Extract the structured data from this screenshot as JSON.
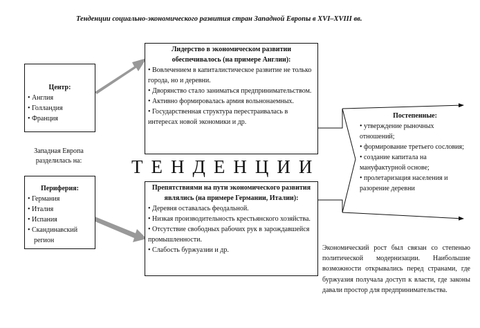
{
  "title": "Тенденции социально-экономического развития стран Западной Европы в XVI–XVIII вв.",
  "center": "ТЕНДЕНЦИИ",
  "west_europe": "Западная Европа разделилась на:",
  "center_box": {
    "heading": "Центр:",
    "items": [
      "Англия",
      "Голландия",
      "Франция"
    ]
  },
  "periphery_box": {
    "heading": "Периферия:",
    "items": [
      "Германия",
      "Италия",
      "Испания",
      "Скандинавский регион"
    ]
  },
  "leadership_box": {
    "heading": "Лидерство в экономическом развитии обеспечивалось (на примере Англии):",
    "items": [
      "Вовлечением в капиталистическое развитие не только города, но и деревни.",
      "Дворянство стало заниматься предпринимательством.",
      "Активно формировалась армия вольнонаемных.",
      "Государственная структура перестраивалась в интересах новой экономики и др."
    ]
  },
  "obstacles_box": {
    "heading": "Препятствиями на пути экономического развития являлись (на примере Германии, Италии):",
    "items": [
      "Деревня оставалась феодальной.",
      "Низкая производительность крестьянского хозяйства.",
      "Отсутствие свободных рабочих рук в зарождавшейся промышленности.",
      "Слабость буржуазии и др."
    ]
  },
  "gradual": {
    "heading": "Постепенные:",
    "items": [
      "утверждение рыночных отношений;",
      "формирование третьего сословия;",
      "создание капитала на мануфактурной основе;",
      "пролетаризация населения и разорение деревни"
    ]
  },
  "growth_note": "Экономический рост был связан со степенью политической модернизации. Наибольшие возможности открывались перед странами, где буржуазия получала доступ к власти, где законы давали простор для предпринимательства."
}
